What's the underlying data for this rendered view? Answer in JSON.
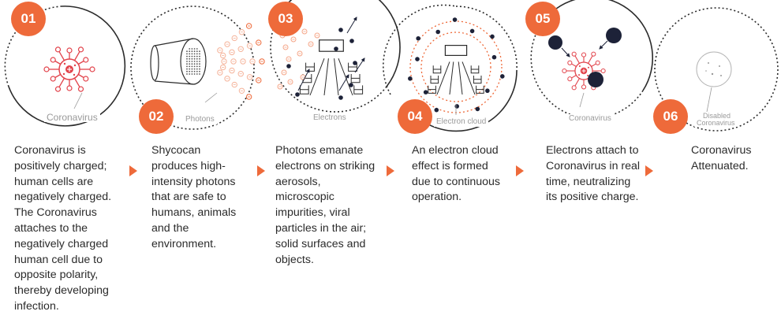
{
  "colors": {
    "accent": "#ee6a3a",
    "virus": "#e2434b",
    "dark": "#1d2238",
    "ring": "#2b2b2b"
  },
  "steps": [
    {
      "number": "01",
      "label": "Coronavirus",
      "text": "Coronavirus is positively charged; human cells are negatively charged. The Coronavirus attaches to the negatively charged human cell due to opposite polarity, thereby developing infection."
    },
    {
      "number": "02",
      "label": "Photons",
      "text": "Shycocan produces high-intensity photons that are safe to humans, animals and the environment."
    },
    {
      "number": "03",
      "label": "Electrons",
      "text": "Photons emanate electrons on striking aerosols, microscopic impurities, viral particles in the air; solid surfaces and objects."
    },
    {
      "number": "04",
      "label": "Electron cloud",
      "text": "An electron cloud effect is formed due to continuous operation."
    },
    {
      "number": "05",
      "label": "Coronavirus",
      "text": "Electrons attach to Coronavirus in real time, neutralizing its positive charge."
    },
    {
      "number": "06",
      "label_line1": "Disabled",
      "label_line2": "Coronavirus",
      "text": "Coronavirus Attenuated."
    }
  ],
  "icons": [
    "coronavirus-icon",
    "shycocan-device-icon",
    "electron-room-icon",
    "electron-cloud-room-icon",
    "virus-electrons-icon",
    "disabled-virus-icon",
    "step-arrow-icon"
  ]
}
